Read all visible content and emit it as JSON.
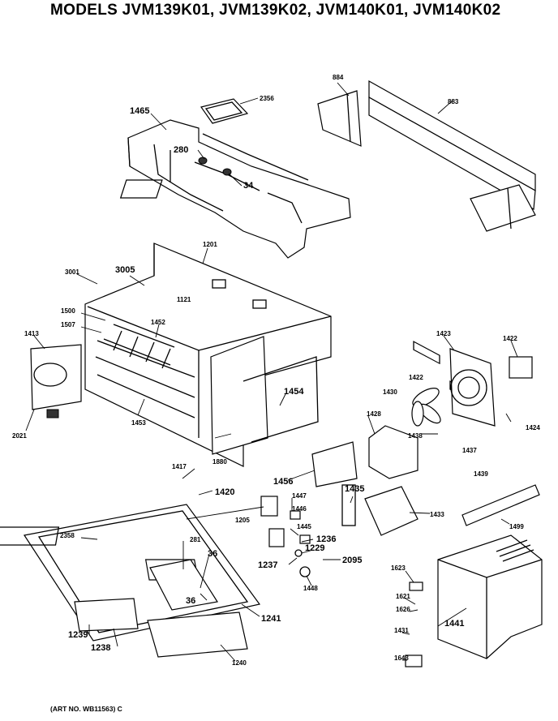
{
  "header": {
    "title": "MODELS JVM139K01, JVM139K02, JVM140K01, JVM140K02"
  },
  "footer": {
    "art_no": "(ART NO. WB11563) C"
  },
  "callouts": [
    "1465",
    "2356",
    "884",
    "883",
    "280",
    "34",
    "1201",
    "3001",
    "3005",
    "1121",
    "1500",
    "1507",
    "1452",
    "1413",
    "1423",
    "1422",
    "1454",
    "1430",
    "1422",
    "1453",
    "2021",
    "1428",
    "1438",
    "1424",
    "1437",
    "1439",
    "1417",
    "1880",
    "1420",
    "1456",
    "1205",
    "1447",
    "1446",
    "1435",
    "1433",
    "1499",
    "2358",
    "281",
    "36",
    "1445",
    "1236",
    "1229",
    "2095",
    "1237",
    "1448",
    "36",
    "1241",
    "1623",
    "1621",
    "1626",
    "1441",
    "1239",
    "1238",
    "1431",
    "1643",
    "1240"
  ]
}
